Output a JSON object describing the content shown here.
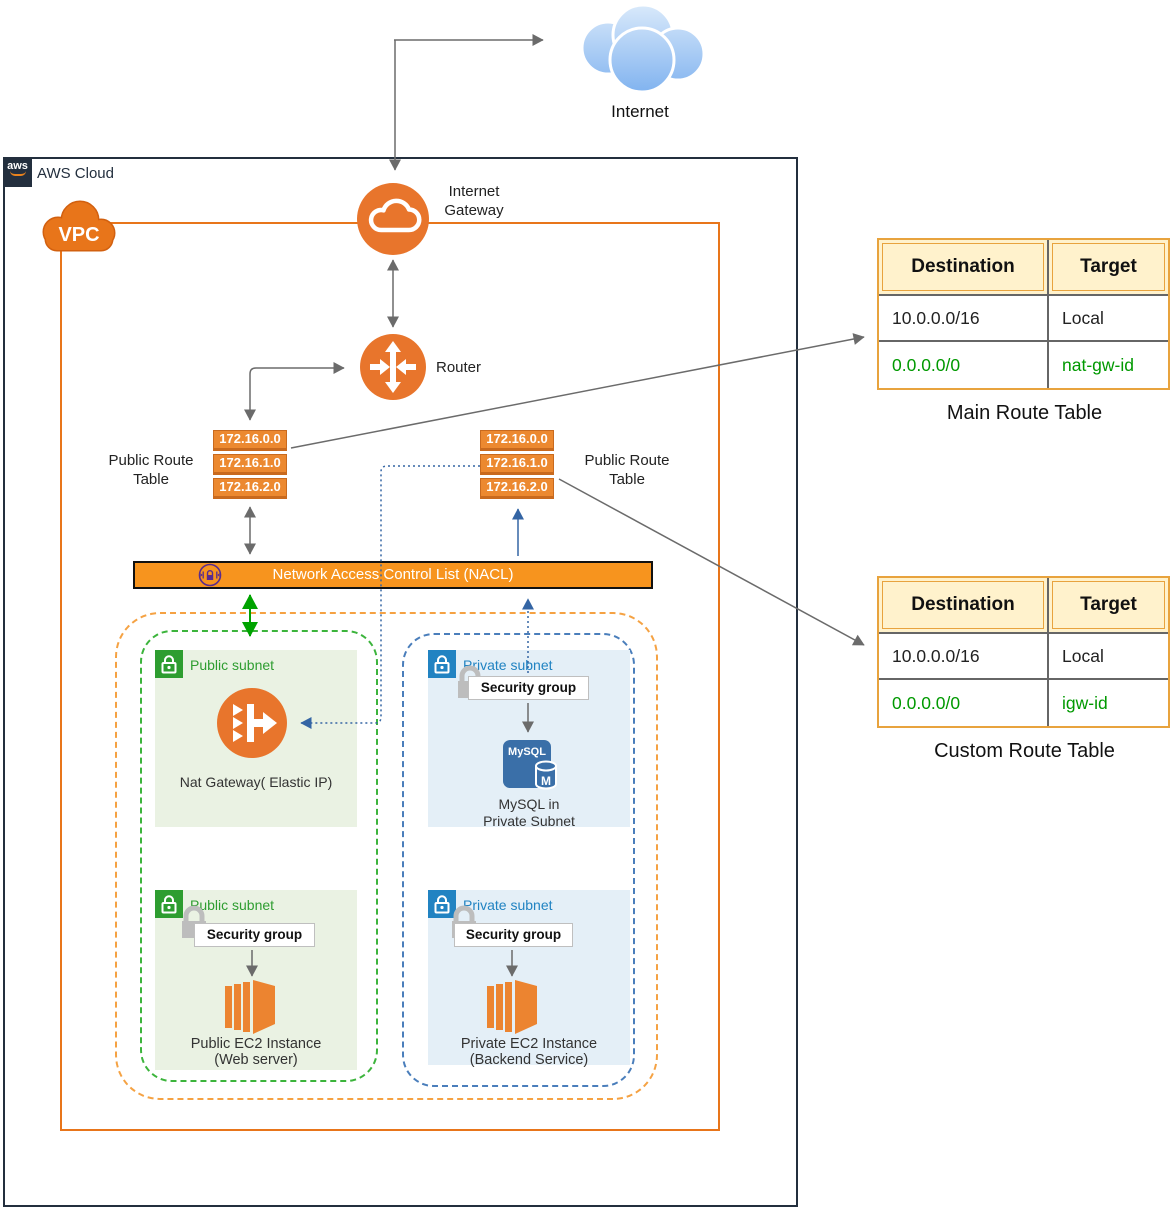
{
  "colors": {
    "aws_border": "#232F3E",
    "vpc_border": "#E8751A",
    "node_orange": "#E8752C",
    "stack_orange": "#EC8930",
    "nacl_orange": "#F7941E",
    "dashed_orange": "#F5A243",
    "dashed_green": "#3CB43C",
    "dashed_blue": "#4A7EBB",
    "subnet_green": "#2E9D30",
    "subnet_blue": "#2183C2",
    "table_header_bg": "#FFF2CC",
    "table_border": "#E8A33D",
    "green_text": "#009900",
    "mysql_blue": "#3A6FA8",
    "nacl_icon_purple": "#5A2B8D"
  },
  "internet": {
    "label": "Internet"
  },
  "aws_cloud": {
    "logo_text": "aws",
    "label": "AWS Cloud"
  },
  "vpc": {
    "badge_label": "VPC"
  },
  "internet_gateway": {
    "line1": "Internet",
    "line2": "Gateway"
  },
  "router": {
    "label": "Router"
  },
  "route_stacks": {
    "left": {
      "title_line1": "Public Route",
      "title_line2": "Table",
      "entries": [
        "172.16.0.0",
        "172.16.1.0",
        "172.16.2.0"
      ]
    },
    "right": {
      "title_line1": "Public Route",
      "title_line2": "Table",
      "entries": [
        "172.16.0.0",
        "172.16.1.0",
        "172.16.2.0"
      ]
    }
  },
  "nacl": {
    "label": "Network Access Control List (NACL)"
  },
  "subnets": {
    "nat": {
      "badge": "Public subnet",
      "label": "Nat Gateway( Elastic IP)"
    },
    "mysql": {
      "badge": "Private subnet",
      "security_group": "Security group",
      "logo": "MySQL",
      "logo_letter": "M",
      "label_line1": "MySQL in",
      "label_line2": "Private Subnet"
    },
    "public_ec2": {
      "badge": "Public subnet",
      "security_group": "Security group",
      "label_line1": "Public EC2 Instance",
      "label_line2": "(Web server)"
    },
    "private_ec2": {
      "badge": "Private subnet",
      "security_group": "Security group",
      "label_line1": "Private EC2 Instance",
      "label_line2": "(Backend Service)"
    }
  },
  "route_tables": {
    "main": {
      "caption": "Main Route Table",
      "headers": [
        "Destination",
        "Target"
      ],
      "rows": [
        {
          "destination": "10.0.0.0/16",
          "target": "Local"
        },
        {
          "destination": "0.0.0.0/0",
          "target": "nat-gw-id"
        }
      ]
    },
    "custom": {
      "caption": "Custom Route Table",
      "headers": [
        "Destination",
        "Target"
      ],
      "rows": [
        {
          "destination": "10.0.0.0/16",
          "target": "Local"
        },
        {
          "destination": "0.0.0.0/0",
          "target": "igw-id"
        }
      ]
    }
  }
}
